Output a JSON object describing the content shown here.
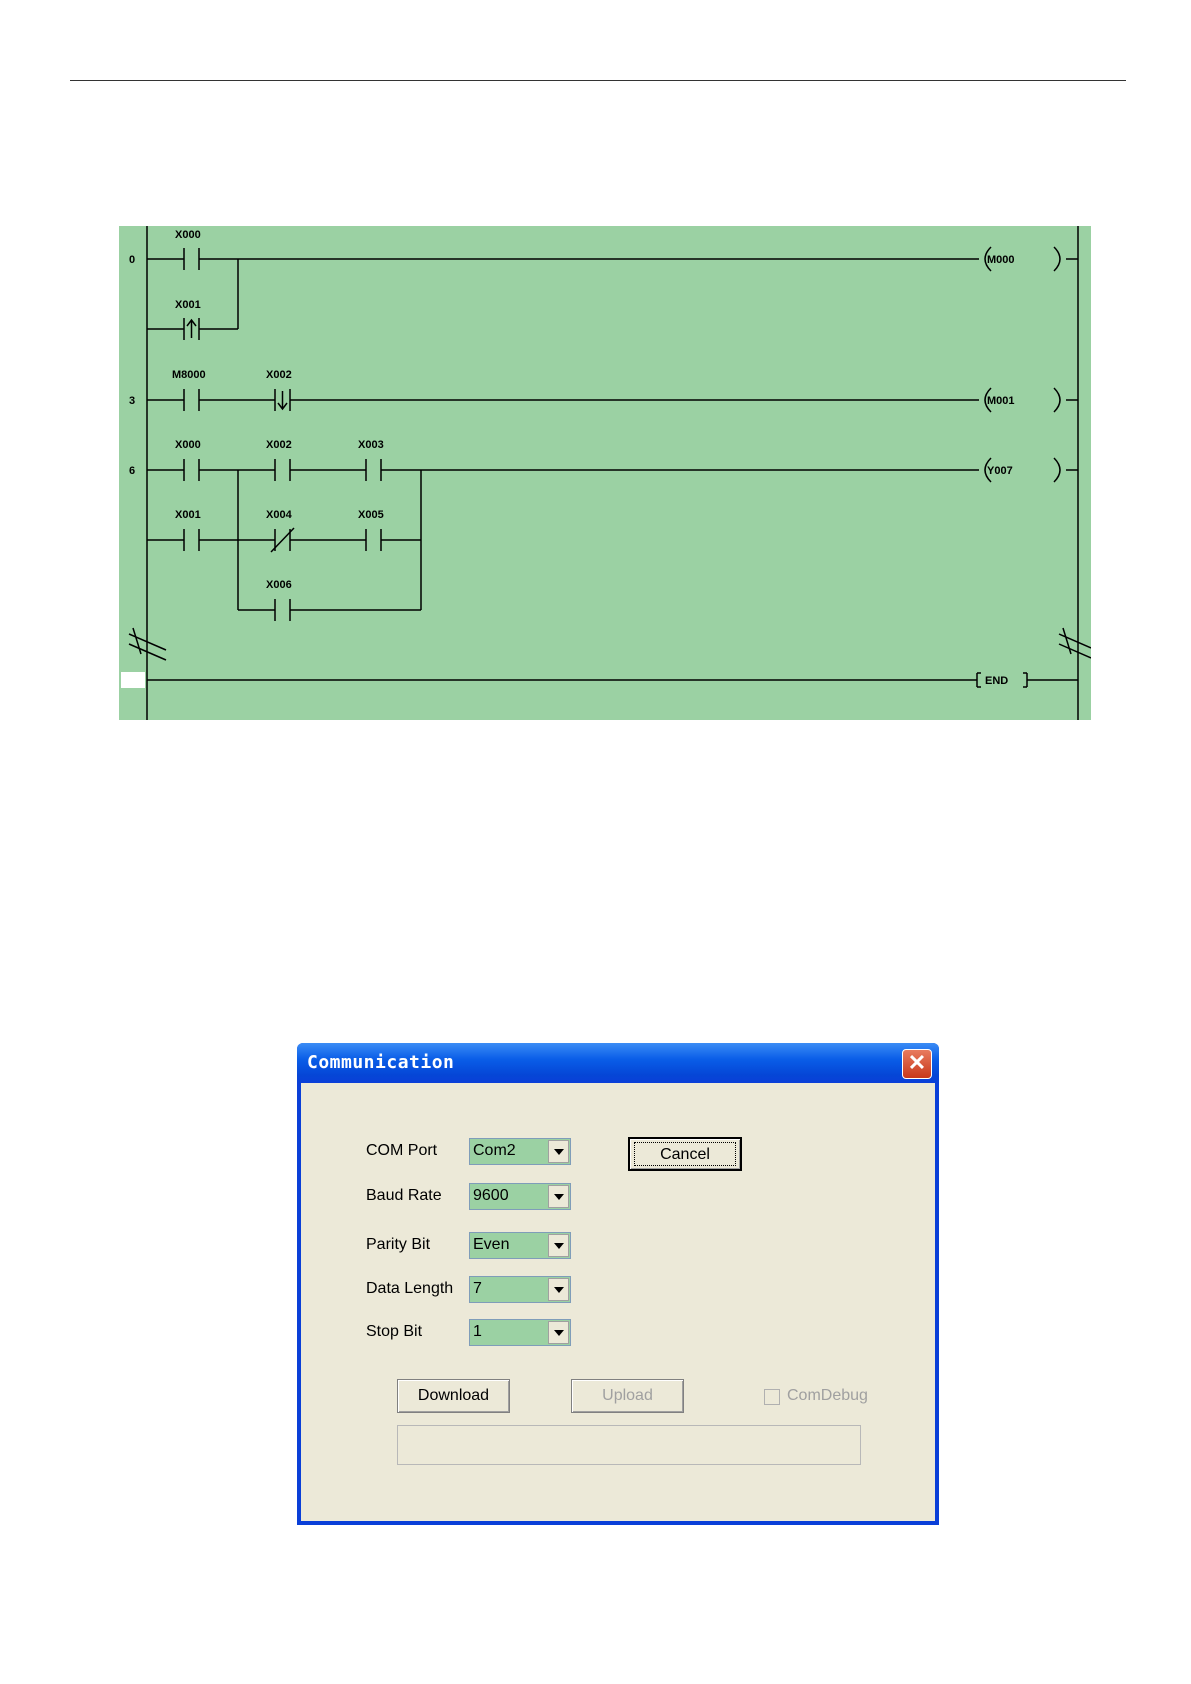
{
  "ladder": {
    "steps": [
      "0",
      "3",
      "6"
    ],
    "rung0": {
      "contacts": [
        "X000",
        "X001"
      ],
      "coil": "M000"
    },
    "rung3": {
      "contacts": [
        "M8000",
        "X002"
      ],
      "coil": "M001"
    },
    "rung6": {
      "contacts": [
        "X000",
        "X002",
        "X003",
        "X001",
        "X004",
        "X005",
        "X006"
      ],
      "coil": "Y007"
    },
    "end_label": "END"
  },
  "dialog": {
    "title": "Communication",
    "close_glyph": "✕",
    "fields": [
      {
        "label": "COM Port",
        "value": "Com2"
      },
      {
        "label": "Baud Rate",
        "value": "9600"
      },
      {
        "label": "Parity Bit",
        "value": "Even"
      },
      {
        "label": "Data Length",
        "value": "7"
      },
      {
        "label": "Stop Bit",
        "value": "1"
      }
    ],
    "cancel_label": "Cancel",
    "download_label": "Download",
    "upload_label": "Upload",
    "comdebug_label": "ComDebug"
  },
  "colors": {
    "ladder_bg": "#9bd1a3",
    "dialog_face": "#ece9d8",
    "titlebar": "#0a5ee8"
  }
}
